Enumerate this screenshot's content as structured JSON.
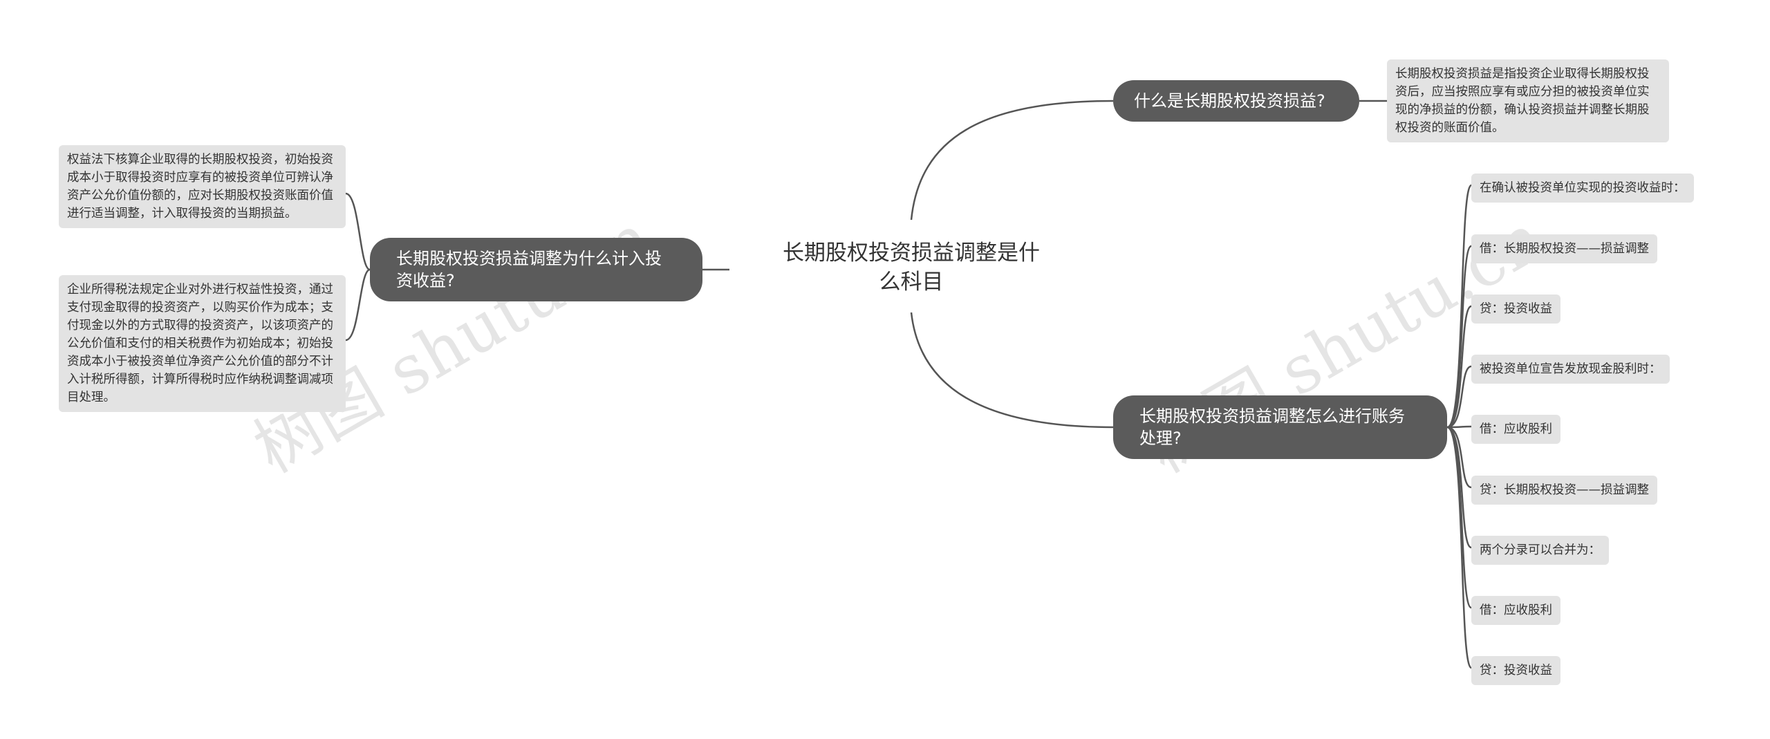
{
  "mindmap": {
    "root": {
      "label": "长期股权投资损益调整是什么科目"
    },
    "branches": [
      {
        "id": "what",
        "label": "什么是长期股权投资损益?",
        "children": [
          "长期股权投资损益是指投资企业取得长期股权投资后，应当按照应享有或应分担的被投资单位实现的净损益的份额，确认投资损益并调整长期股权投资的账面价值。"
        ]
      },
      {
        "id": "income",
        "label": "长期股权投资损益调整为什么计入投资收益?",
        "children": [
          "权益法下核算企业取得的长期股权投资，初始投资成本小于取得投资时应享有的被投资单位可辨认净资产公允价值份额的，应对长期股权投资账面价值进行适当调整，计入取得投资的当期损益。",
          "企业所得税法规定企业对外进行权益性投资，通过支付现金取得的投资资产，以购买价作为成本；支付现金以外的方式取得的投资资产，以该项资产的公允价值和支付的相关税费作为初始成本；初始投资成本小于被投资单位净资产公允价值的部分不计入计税所得额，计算所得税时应作纳税调整调减项目处理。"
        ]
      },
      {
        "id": "accounting",
        "label": "长期股权投资损益调整怎么进行账务处理?",
        "children": [
          "在确认被投资单位实现的投资收益时：",
          "借：长期股权投资——损益调整",
          "贷：投资收益",
          "被投资单位宣告发放现金股利时：",
          "借：应收股利",
          "贷：长期股权投资——损益调整",
          "两个分录可以合并为：",
          "借：应收股利",
          "贷：投资收益"
        ]
      }
    ]
  },
  "watermark": {
    "text": "树图 shutu.cn"
  },
  "colors": {
    "branch_bg": "#5b5b5b",
    "leaf_bg": "#e3e3e3",
    "line": "#555555"
  }
}
